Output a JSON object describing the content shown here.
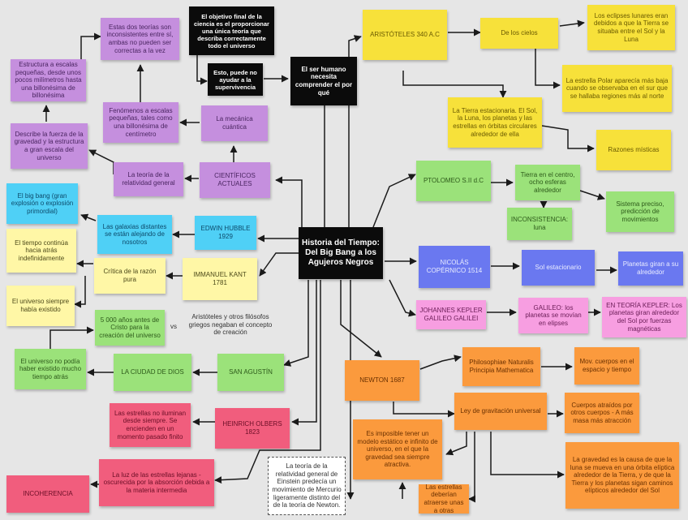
{
  "center": "Historia del Tiempo: Del Big Bang a los Agujeros Negros",
  "notes": {
    "objetivo_final": "El objetivo final de la ciencia es el proporcionar una única teoría que describa correctamente todo el universo",
    "puede_no_ayudar": "Esto, puede no ayudar a la supervivencia",
    "ser_humano": "El ser humano necesita comprender el por qué",
    "estas_teorias": "Estas dos teorías son inconsistentes entre sí, ambas no pueden ser correctas a la vez",
    "estructura_pequena": "Estructura a escalas pequeñas, desde unos pocos milímetros hasta una billonésima de billonésima",
    "fenomenos": "Fenómenos a escalas pequeñas, tales como una billonésima de centímetro",
    "mecanica_cuantica": "La mecánica cuántica",
    "describe_gravedad": "Describe la fuerza de la gravedad y la estructura a gran escala del universo",
    "teoria_relatividad": "La teoría de la relatividad general",
    "cientificos_actuales": "CIENTÍFICOS ACTUALES",
    "big_bang": "El big bang (gran explosión o explosión primordial)",
    "galaxias": "Las galaxias distantes se están alejando de nosotros",
    "hubble": "EDWIN HUBBLE 1929",
    "tiempo_continua": "El tiempo continúa hacia atrás indefinidamente",
    "critica_razon": "Crítica de la razón pura",
    "kant": "IMMANUEL KANT 1781",
    "universo_siempre": "El universo siempre había existido",
    "anos_creacion": "5 000 años antes de Cristo para la creación del universo",
    "vs": "vs",
    "aristoteles_filosofos": "Aristóteles y otros filósofos griegos negaban el concepto de creación",
    "universo_no_podia": "El universo no podía haber existido mucho tiempo atrás",
    "ciudad_dios": "LA CIUDAD DE DIOS",
    "san_agustin": "SAN AGUSTÍN",
    "estrellas_iluminan": "Las estrellas no iluminan desde siempre. Se encienden en un momento pasado finito",
    "olbers": "HEINRICH OLBERS 1823",
    "luz_estrellas": "La luz de las estrellas lejanas - oscurecida por la absorción debida a la materia intermedia",
    "incoherencia": "INCOHERENCIA",
    "einstein": "La teoría de la relatividad general de Einstein predecía un movimiento de Mercurio ligeramente distinto del de la teoría de Newton.",
    "aristoteles": "ARISTÓTELES 340 A.C",
    "de_los_cielos": "De los cielos",
    "eclipses": "Los eclipses lunares eran debidos a que la Tierra se situaba entre el Sol y la Luna",
    "estrella_polar": "La estrella Polar aparecía más baja cuando se observaba en el sur que se hallaba regiones más al norte",
    "tierra_estacionaria": "La Tierra estacionaria. El Sol, la Luna, los planetas y las estrellas en órbitas circulares alrededor de ella",
    "razones_misticas": "Razones místicas",
    "ptolomeo": "PTOLOMEO S.II d.C",
    "tierra_centro": "Tierra en el centro, ocho esferas alrededor",
    "sistema_preciso": "Sistema preciso, predicción de movimientos",
    "inconsistencia": "INCONSISTENCIA: luna",
    "copernico": "NICOLÁS COPÉRNICO 1514",
    "sol_estacionario": "Sol estacionario",
    "planetas_giran": "Planetas giran a su alrededor",
    "kepler": "JOHANNES KEPLER GALILEO GALILEI",
    "galileo": "GALILEO: los planetas se movían en elipses",
    "teoria_kepler": "EN TEORÍA KEPLER: Los planetas giran alrededor del Sol por fuerzas magnéticas",
    "newton": "NEWTON 1687",
    "philosophiae": "Philosophiae Naturalis Principia Mathematica",
    "mov_cuerpos": "Mov. cuerpos en el espacio y tiempo",
    "ley_gravitacion": "Ley de gravitación universal",
    "cuerpos_atraidos": "Cuerpos atraídos por otros cuerpos - A más masa más atracción",
    "imposible_modelo": "Es imposible tener un modelo estático e infinito de universo, en el que la gravedad sea siempre atractiva.",
    "gravedad_causa": "La gravedad es la causa de que la luna se mueva en una órbita elíptica alrededor de la Tierra, y de que la Tierra y los planetas sigan caminos elípticos alrededor del Sol",
    "estrellas_deberian": "Las estrellas deberían atraerse unas a otras"
  },
  "colors": {
    "background": "#e6e6e6",
    "purple": "#c58fde",
    "yellow": "#f7e13a",
    "green": "#9be27a",
    "blue": "#4fd0f6",
    "indigo": "#6a78f0",
    "pink": "#f79ee1",
    "orange": "#fb9a3d",
    "red": "#f15d7d",
    "pale_yellow": "#fff7a6",
    "black": "#0b0b0b",
    "arrow": "#1a1a1a"
  }
}
